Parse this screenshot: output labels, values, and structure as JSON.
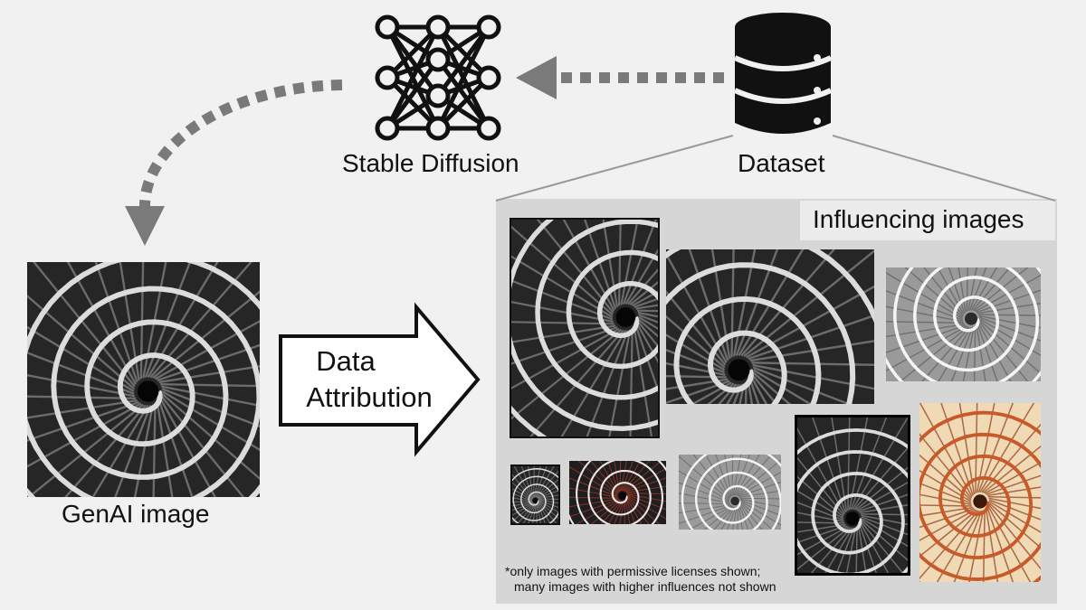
{
  "nodes": {
    "model_label": "Stable Diffusion",
    "dataset_label": "Dataset",
    "genai_label": "GenAI image",
    "arrow_label_line1": "Data",
    "arrow_label_line2": "Attribution"
  },
  "panel": {
    "title": "Influencing images",
    "footnote_line1": "*only images with permissive licenses shown;",
    "footnote_line2": "many images with higher influences not shown"
  },
  "icons": {
    "model": "neural-network-icon",
    "dataset": "database-icon"
  },
  "colors": {
    "background": "#f1f1f1",
    "panel": "#d6d6d6",
    "arrow_gray": "#7a7a7a",
    "icon": "#111111",
    "accent_red": "#b23a28",
    "accent_orange": "#c85a2a"
  }
}
